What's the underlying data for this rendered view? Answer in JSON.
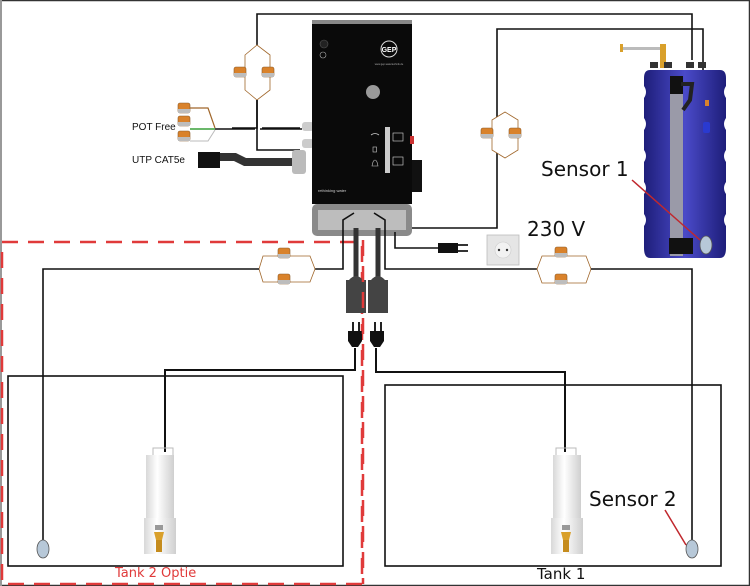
{
  "diagram": {
    "controller": {
      "brand": "GEP",
      "website": "www.gep-watertechnik.de",
      "tagline": "rethinking water"
    },
    "labels": {
      "pot_free": "POT Free",
      "utp": "UTP CAT5e",
      "voltage": "230 V",
      "sensor1": "Sensor 1",
      "sensor2": "Sensor 2",
      "tank1": "Tank 1",
      "tank2": "Tank 2 Optie"
    },
    "colors": {
      "wire": "#111111",
      "option_dash": "#e03a3a",
      "sensor_pointer": "#c0282e",
      "tank_blue": "#3a3aa8",
      "controller_body": "#0a0a0a",
      "connector_orange": "#d9822b",
      "green_wire": "#3aa03a",
      "brown_wire": "#a0662a"
    }
  }
}
